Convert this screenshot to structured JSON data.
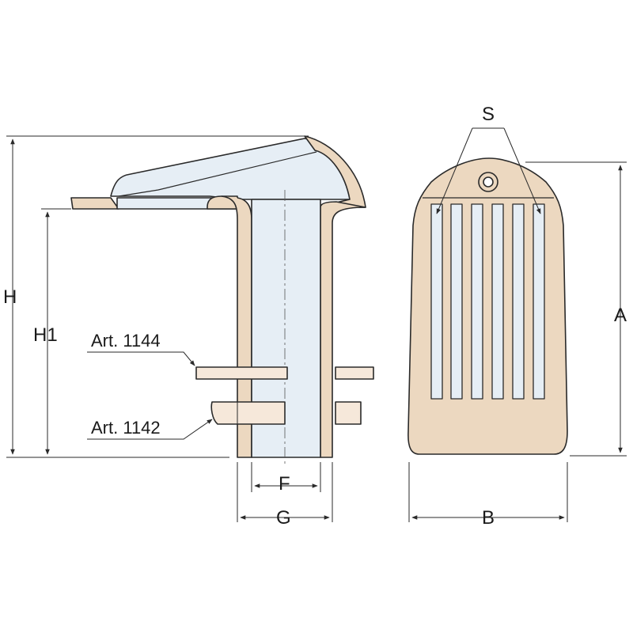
{
  "labels": {
    "H": "H",
    "H1": "H1",
    "A": "A",
    "B": "B",
    "F": "F",
    "G": "G",
    "S": "S",
    "art_1144": "Art. 1144",
    "art_1142": "Art. 1142"
  },
  "colors": {
    "bronze": "#ecd8c0",
    "bronze_dark": "#d9b996",
    "pipe_inner": "#e6eef5",
    "outline": "#2a2a2a",
    "ring": "#f6e8da"
  }
}
